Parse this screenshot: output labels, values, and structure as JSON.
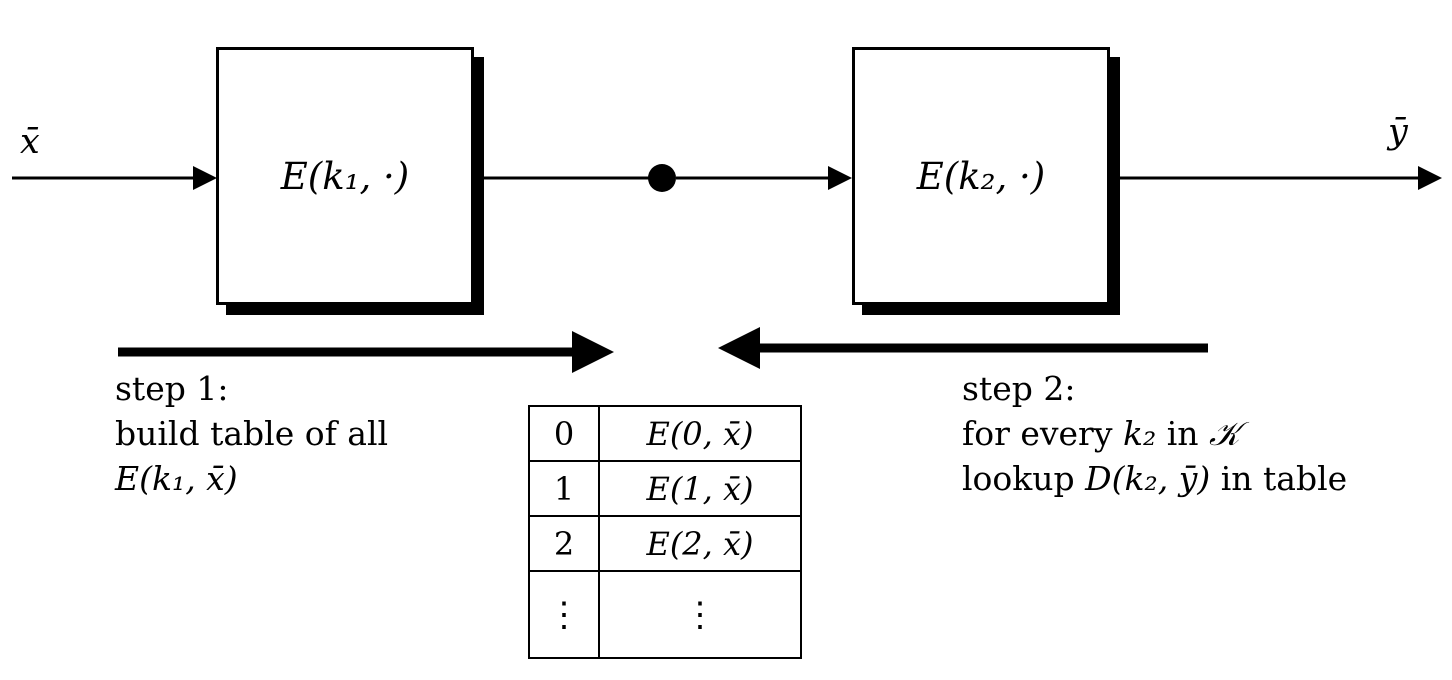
{
  "diagram": {
    "input_label": "x̄",
    "output_label": "ȳ",
    "box1_label": "E(k₁, ·)",
    "box2_label": "E(k₂, ·)"
  },
  "step1": {
    "title": "step 1:",
    "line2": "build table of all",
    "line3": "E(k₁, x̄)"
  },
  "step2": {
    "title": "step 2:",
    "line2": {
      "pre": "for every ",
      "math1": "k₂",
      "mid": " in ",
      "math2": "𝒦"
    },
    "line3": {
      "pre": "lookup ",
      "math1": "D(k₂, ȳ)",
      "post": " in table"
    }
  },
  "table": {
    "rows": [
      [
        "0",
        "E(0, x̄)"
      ],
      [
        "1",
        "E(1, x̄)"
      ],
      [
        "2",
        "E(2, x̄)"
      ],
      [
        "⋮",
        "⋮"
      ]
    ]
  }
}
